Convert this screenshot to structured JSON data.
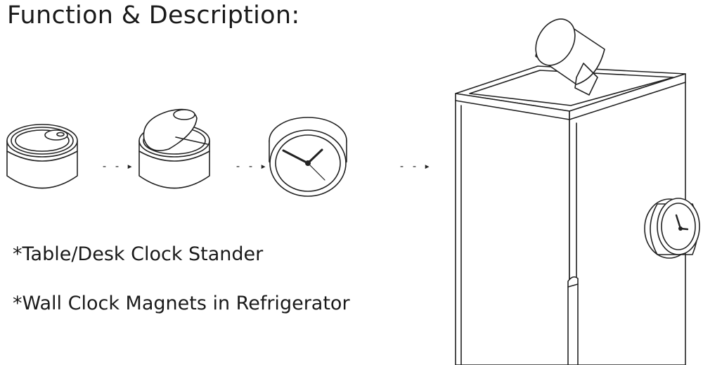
{
  "title": "Function & Description:",
  "bullets": [
    "*Table/Desk Clock Stander",
    "*Wall Clock Magnets in Refrigerator"
  ],
  "arrow_glyph": "- - ▸",
  "icons": [
    "tin-can-closed-icon",
    "tin-can-opening-icon",
    "clock-icon",
    "refrigerator-icon"
  ]
}
